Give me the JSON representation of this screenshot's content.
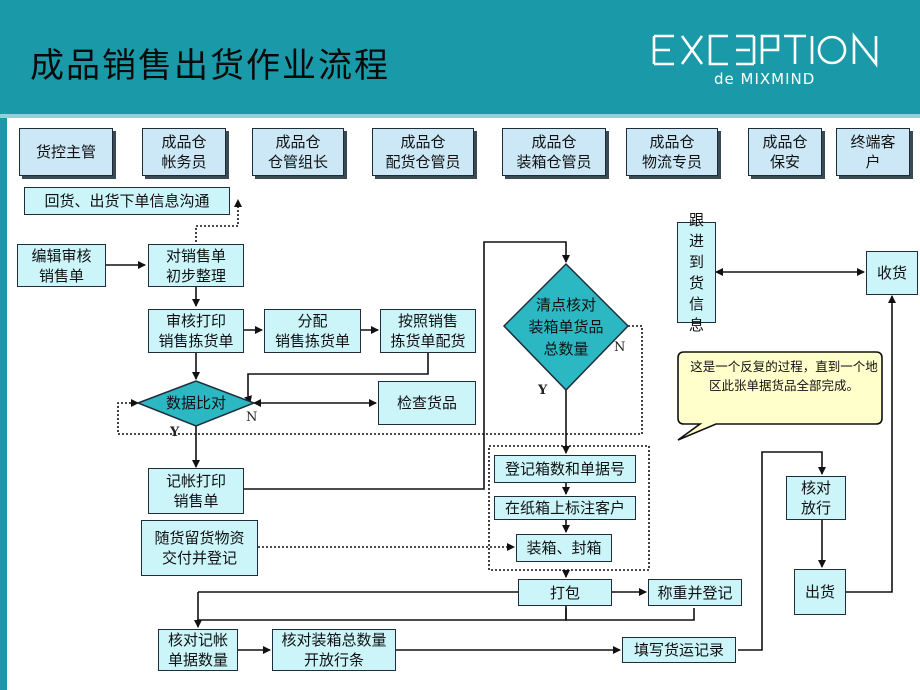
{
  "title": "成品销售出货作业流程",
  "logo": {
    "main": "EXCEPTION",
    "sub": "de MIXMIND"
  },
  "lanes": [
    {
      "label": "货控主管"
    },
    {
      "label": "成品仓\n帐务员"
    },
    {
      "label": "成品仓\n仓管组长"
    },
    {
      "label": "成品仓\n配货仓管员"
    },
    {
      "label": "成品仓\n装箱仓管员"
    },
    {
      "label": "成品仓\n物流专员"
    },
    {
      "label": "成品仓\n保安"
    },
    {
      "label": "终端客\n户"
    }
  ],
  "steps": {
    "s1": "回货、出货下单信息沟通",
    "s2": "编辑审核\n销售单",
    "s3": "对销售单\n初步整理",
    "s4": "审核打印\n销售拣货单",
    "s5": "分配\n销售拣货单",
    "s6": "按照销售\n拣货单配货",
    "s7": "检查货品",
    "s8": "记帐打印\n销售单",
    "s9": "随货留货物资\n交付并登记",
    "s10": "登记箱数和单据号",
    "s11": "在纸箱上标注客户",
    "s12": "装箱、封箱",
    "s13": "打包",
    "s14": "称重并登记",
    "s15": "核对记帐\n单据数量",
    "s16": "核对装箱总数量\n开放行条",
    "s17": "填写货运记录",
    "s18": "核对\n放行",
    "s19": "出货",
    "s20": "跟进到货信息",
    "s21": "收货"
  },
  "decisions": {
    "d1": "数据比对",
    "d2": "清点核对\n装箱单货品\n总数量"
  },
  "labels": {
    "yes": "Y",
    "no": "N"
  },
  "callout": "这是一个反复的过程，直到一个地区此张单据货品全部完成。",
  "colors": {
    "header": "#1a9aa8",
    "box_fill": "#ccf5fa",
    "diamond_fill": "#2cb8c2",
    "callout_fill": "#ffffcc"
  }
}
